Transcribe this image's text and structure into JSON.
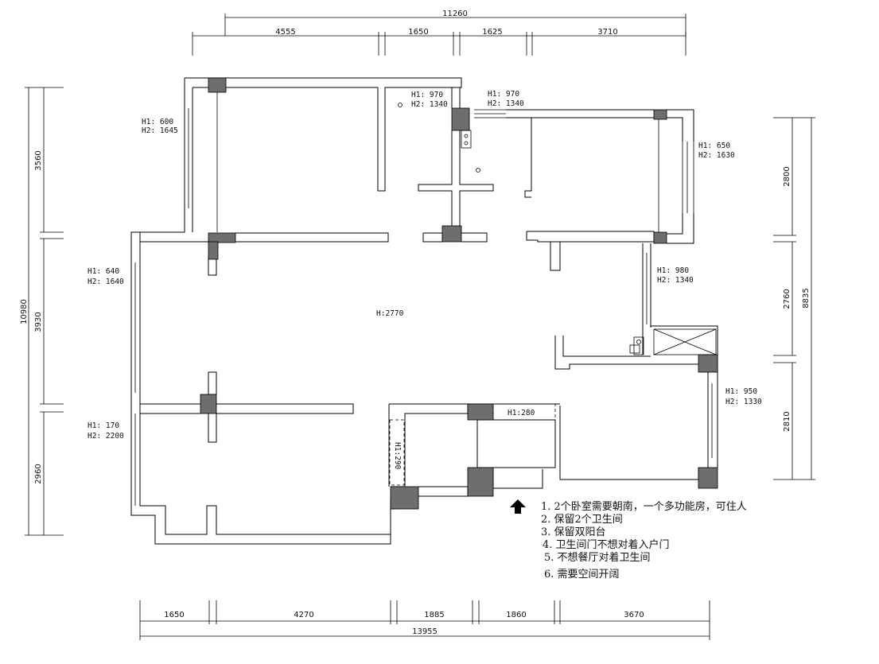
{
  "dimensions": {
    "top_total": "11260",
    "top": [
      "4555",
      "1650",
      "1625",
      "3710"
    ],
    "bottom": [
      "1650",
      "4270",
      "1885",
      "1860",
      "3670"
    ],
    "bottom_total": "13955",
    "left_total": "10980",
    "left": [
      "3560",
      "3930",
      "2960"
    ],
    "right_total": "8835",
    "right": [
      "2800",
      "2760",
      "2810"
    ]
  },
  "window_labels": {
    "w1_h1": "H1: 600",
    "w1_h2": "H2: 1645",
    "w2_h1": "H1: 970",
    "w2_h2": "H2: 1340",
    "w3_h1": "H1: 970",
    "w3_h2": "H2: 1340",
    "w4_h1": "H1: 650",
    "w4_h2": "H2: 1630",
    "w5_h1": "H1: 640",
    "w5_h2": "H2: 1640",
    "w6_h1": "H1: 980",
    "w6_h2": "H2: 1340",
    "w7_h1": "H1: 950",
    "w7_h2": "H2: 1330",
    "w8_h1": "H1: 170",
    "w8_h2": "H2: 2200",
    "ceiling": "H:2770",
    "beam1": "H1:280",
    "beam2": "H1:290"
  },
  "notes": [
    "1.  2个卧室需要朝南，一个多功能房，可住人",
    "2. 保留2个卫生间",
    "3. 保留双阳台",
    "4. 卫生间门不想对着入户门",
    "5. 不想餐厅对着卫生间",
    "6. 需要空间开阔"
  ]
}
